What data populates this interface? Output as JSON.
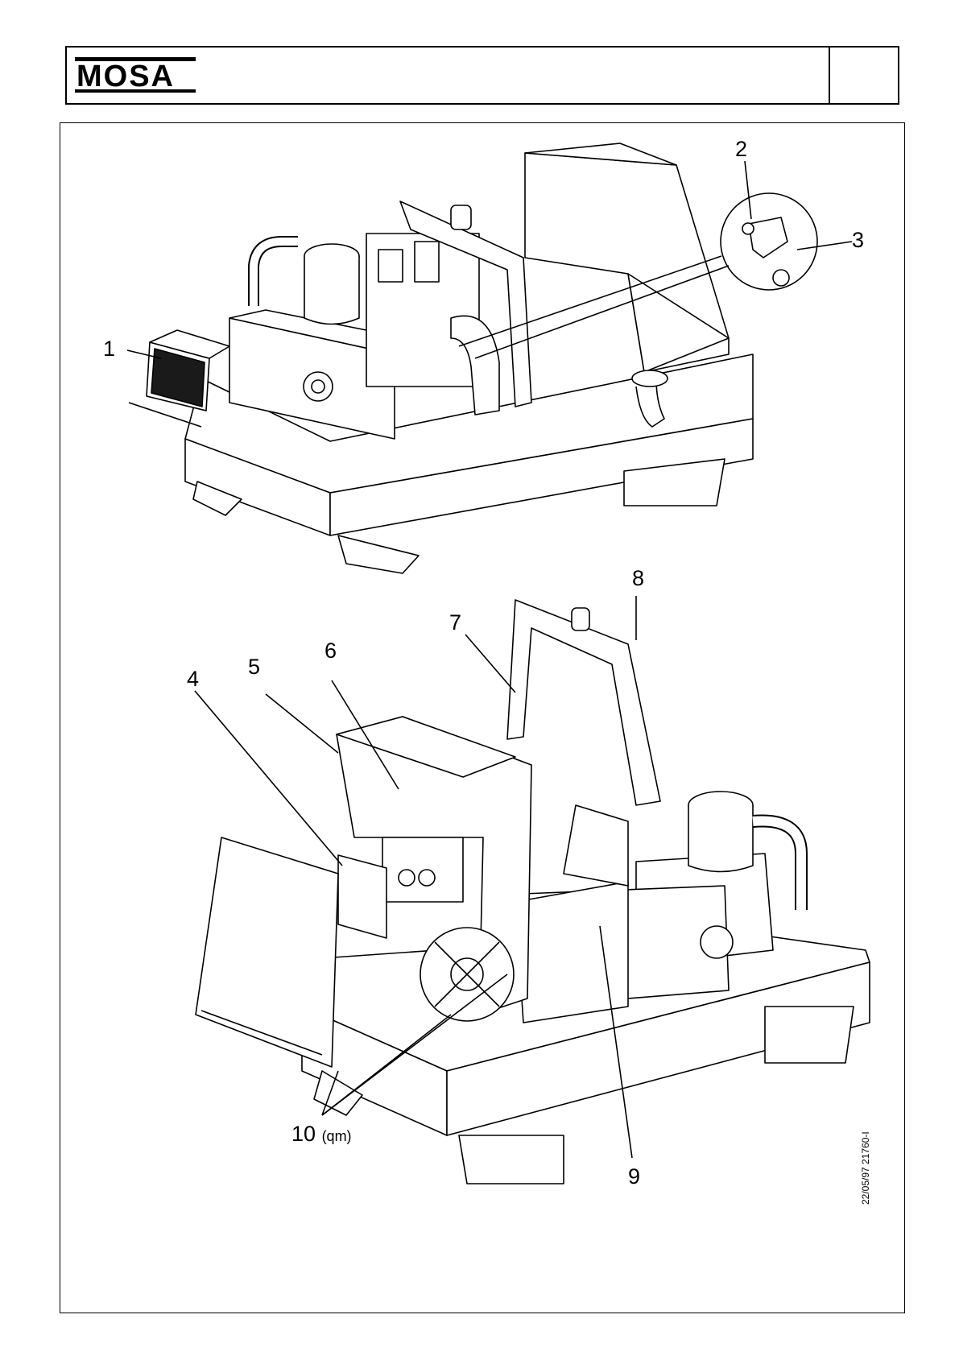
{
  "header": {
    "brand": "MOSA"
  },
  "callouts": [
    {
      "id": "1",
      "label": "1"
    },
    {
      "id": "2",
      "label": "2"
    },
    {
      "id": "3",
      "label": "3"
    },
    {
      "id": "4",
      "label": "4"
    },
    {
      "id": "5",
      "label": "5"
    },
    {
      "id": "6",
      "label": "6"
    },
    {
      "id": "7",
      "label": "7"
    },
    {
      "id": "8",
      "label": "8"
    },
    {
      "id": "9",
      "label": "9"
    },
    {
      "id": "10",
      "label": "10",
      "suffix": "(qm)"
    }
  ],
  "doc_reference": "22/05/97 21760-I"
}
